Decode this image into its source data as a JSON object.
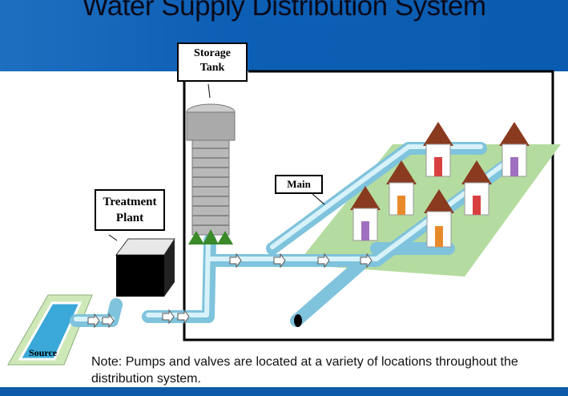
{
  "slide": {
    "title": "Water Supply Distribution System",
    "note": "Note: Pumps and valves are located at a variety of locations throughout the distribution system."
  },
  "labels": {
    "storage_tank_line1": "Storage",
    "storage_tank_line2": "Tank",
    "treatment_plant_line1": "Treatment",
    "treatment_plant_line2": "Plant",
    "main": "Main",
    "source": "Source"
  },
  "colors": {
    "header_blue": "#0d5fb5",
    "pipe_blue": "#a8dcec",
    "grass_green": "#9fd08a"
  }
}
